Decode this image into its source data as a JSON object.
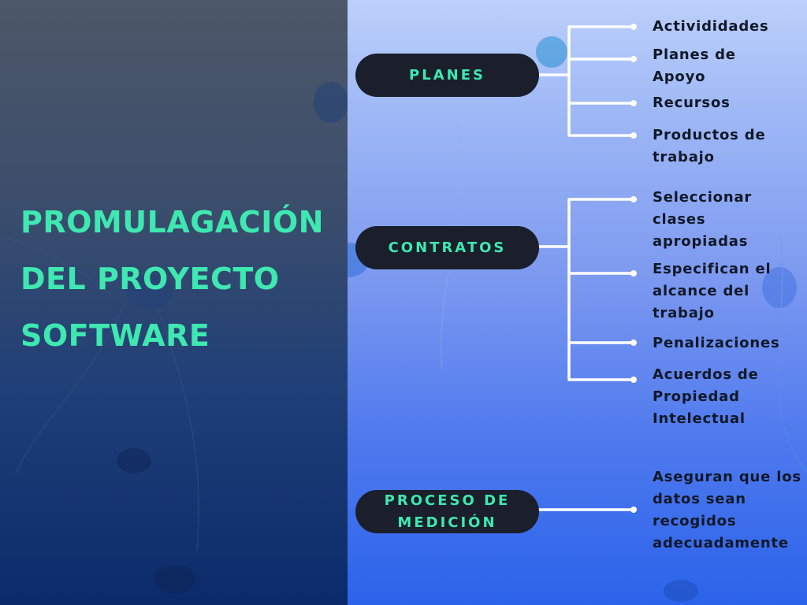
{
  "title_lines": [
    "PROMULAGACIÓN",
    "DEL PROYECTO",
    "SOFTWARE"
  ],
  "categories": [
    {
      "label": "PLANES",
      "items": [
        "Activididades",
        "Planes de\nApoyo",
        "Recursos",
        "Productos de\ntrabajo"
      ]
    },
    {
      "label": "CONTRATOS",
      "items": [
        "Seleccionar\nclases\napropiadas",
        "Especifican el\nalcance del\ntrabajo",
        "Penalizaciones",
        "Acuerdos de\nPropiedad\nIntelectual"
      ]
    },
    {
      "label": "PROCESO DE\nMEDICIÓN",
      "items": [
        "Aseguran que los\ndatos sean\nrecogidos\nadecuadamente"
      ]
    }
  ],
  "colors": {
    "accent": "#3ee8b0",
    "pill_bg": "#1a1f2b",
    "item_text": "#111827",
    "connector": "#ffffff"
  }
}
